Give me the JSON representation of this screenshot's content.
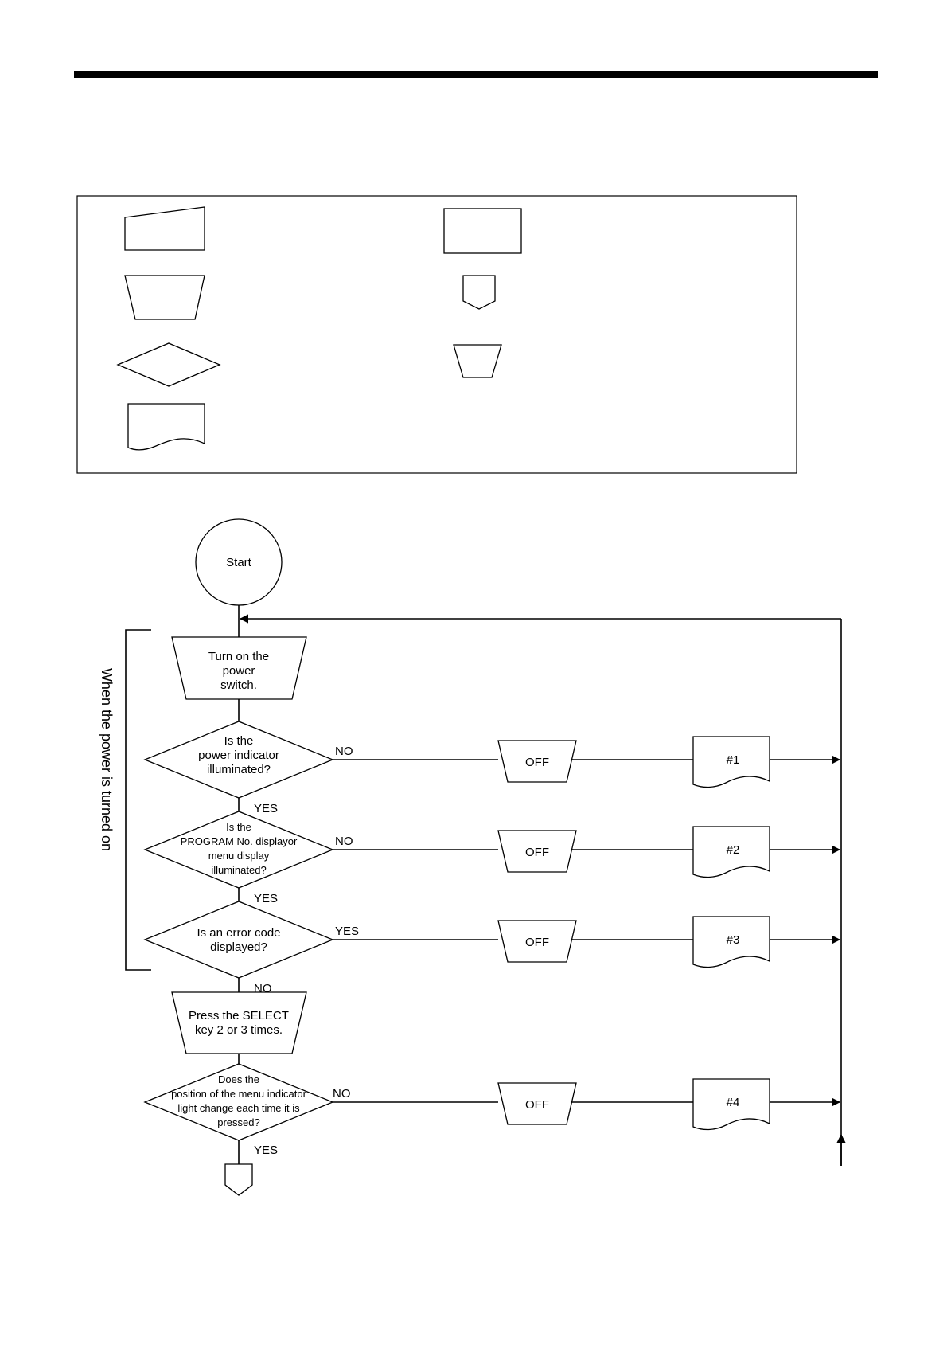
{
  "legend": {
    "items": [
      {
        "shape": "manual-input",
        "label": ""
      },
      {
        "shape": "process",
        "label": ""
      },
      {
        "shape": "manual-operation",
        "label": ""
      },
      {
        "shape": "off-page-connector",
        "label": ""
      },
      {
        "shape": "decision",
        "label": ""
      },
      {
        "shape": "small-manual-operation",
        "label": ""
      },
      {
        "shape": "document",
        "label": ""
      }
    ]
  },
  "flowchart": {
    "start": "Start",
    "side_label": "When the power is turned on",
    "step_turn_on": [
      "Turn on the",
      "power",
      "switch."
    ],
    "q1": [
      "Is the",
      "power indicator",
      "illuminated?"
    ],
    "q2": [
      "Is the",
      "PROGRAM No. displayor",
      "menu display",
      "illuminated?"
    ],
    "q3": [
      "Is an error code",
      "displayed?"
    ],
    "step_select": [
      "Press the SELECT",
      "key 2 or 3 times."
    ],
    "q4": [
      "Does the",
      "position of the menu indicator",
      "light change each time it is",
      "pressed?"
    ],
    "branches": [
      {
        "answer": "NO",
        "off": "OFF",
        "ref": "#1",
        "continue": "YES"
      },
      {
        "answer": "NO",
        "off": "OFF",
        "ref": "#2",
        "continue": "YES"
      },
      {
        "answer": "YES",
        "off": "OFF",
        "ref": "#3",
        "continue": "NO"
      },
      {
        "answer": "NO",
        "off": "OFF",
        "ref": "#4",
        "continue": "YES"
      }
    ]
  }
}
